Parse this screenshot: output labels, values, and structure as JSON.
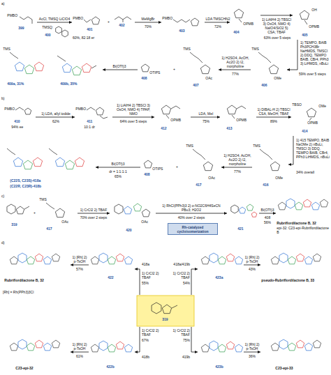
{
  "diagram": {
    "nodes": [
      {
        "text": [
          "399",
          "PMBO"
        ]
      },
      {
        "text": [
          "400",
          "TMSQ:"
        ]
      },
      {
        "text": [
          "401",
          "PMBO"
        ]
      },
      {
        "text": [
          "402"
        ]
      },
      {
        "text": [
          "403",
          "PMBO"
        ]
      },
      {
        "text": [
          "404",
          "OPMB"
        ]
      },
      {
        "text": [
          "405",
          "OH",
          "OPMB"
        ]
      },
      {
        "text": [
          "406",
          "TMS",
          "OMe"
        ]
      },
      {
        "text": [
          "407",
          "TMS",
          "OAc"
        ]
      },
      {
        "text": [
          "408",
          "OTIPS"
        ]
      },
      {
        "text": [
          "409a, 31%",
          "TMS"
        ]
      },
      {
        "text": [
          "409b, 35%"
        ]
      },
      {
        "text": [
          "410",
          "PMBO",
          "94% ee"
        ]
      },
      {
        "text": [
          "411",
          "PMBO",
          "10:1 dr"
        ]
      },
      {
        "text": [
          "412",
          "OPMB"
        ]
      },
      {
        "text": [
          "413",
          "OPMB"
        ]
      },
      {
        "text": [
          "414",
          "TBSO",
          "OMe",
          "OPMB"
        ]
      },
      {
        "text": [
          "416",
          "TMS",
          "OMe"
        ]
      },
      {
        "text": [
          "417",
          "TMS",
          "OAc"
        ]
      },
      {
        "text": [
          "408",
          "OTIPS"
        ]
      },
      {
        "text": [
          "(C22S, C23S)-418a",
          "(C22R, C23R)-418b"
        ]
      },
      {
        "text": [
          "319"
        ]
      },
      {
        "text": [
          "417",
          "TMS",
          "OAc"
        ]
      },
      {
        "text": [
          "420",
          "OAc"
        ]
      },
      {
        "text": [
          "Rh-catalyzed cycloisomerization"
        ]
      },
      {
        "text": [
          "421"
        ]
      },
      {
        "text": [
          "Rubriflordilactone B, 32",
          "epi-32: C23-epi-Rubriflordilactone B"
        ]
      },
      {
        "text": [
          "Rubriflordilactone B, 32"
        ]
      },
      {
        "text": [
          "422"
        ]
      },
      {
        "text": [
          "319"
        ]
      },
      {
        "text": [
          "423a"
        ]
      },
      {
        "text": [
          "pseudo-Rubriflordilactone B, 33"
        ]
      },
      {
        "text": [
          "C23-epi-32"
        ]
      },
      {
        "text": [
          "422b"
        ]
      },
      {
        "text": [
          "423b"
        ]
      },
      {
        "text": [
          "C23-epi-33"
        ]
      }
    ],
    "edges": [
      {
        "from": 0,
        "to": 2,
        "arrow": "to",
        "label": "AcCl, TMSQ LiClO4"
      },
      {
        "from": 3,
        "to": 4,
        "arrow": "to",
        "label": "MeMgBr"
      },
      {
        "from": 4,
        "to": 5,
        "arrow": "to",
        "label": "LDA TMSCHN2"
      },
      {
        "from": 5,
        "to": 6,
        "arrow": "to",
        "label": "1) LiAlH4 2) TBSCl 3) OsO4, NMO 4) NaIO4/SiO2 5) CSA; TBAF"
      },
      {
        "from": 6,
        "to": 7,
        "arrow": "to",
        "label": "1) TEMPO, BAIB Ph3PCH3Br NaHMDS, TMSCl 2) DDQ, TEMPO BAIB, CBr4, PPh3 3) LiHMDS, nBuLi"
      },
      {
        "from": 7,
        "to": 8,
        "arrow": "to",
        "label": "1) H2SO4, AcOH, Ac2O 2) I2, morpholine"
      },
      {
        "from": 9,
        "to": 11,
        "arrow": "to",
        "label": "Bi(OTf)3"
      },
      {
        "from": 12,
        "to": 13,
        "arrow": "to",
        "label": "1) LDA, allyl iodide"
      },
      {
        "from": 13,
        "to": 14,
        "arrow": "to",
        "label": "1) LiAlH4 2) TBSCl 3) OsO4, NMO 4) TPAP, NMO"
      },
      {
        "from": 14,
        "to": 15,
        "arrow": "to",
        "label": "LDA, MeI"
      },
      {
        "from": 15,
        "to": 16,
        "arrow": "to",
        "label": "1) DIBAL-H 2) TBSCl CSA, MeOH; TBAF"
      },
      {
        "from": 16,
        "to": 17,
        "arrow": "to",
        "label": "1) 415 TEMPO, BAIB NaOMe 2) nBuLi, TMSCl 3) DDQ, TEMPO BAIB, CBr4, PPh3 LiHMDS, nBuLi"
      },
      {
        "from": 17,
        "to": 18,
        "arrow": "to",
        "label": "1) H2SO4, AcOH, Ac2O 2) I2, morpholine"
      },
      {
        "from": 19,
        "to": 20,
        "arrow": "to",
        "label": "Bi(OTf)3"
      },
      {
        "from": 22,
        "to": 23,
        "arrow": "to",
        "label": "1) CrCl2 2) TBAF"
      },
      {
        "from": 23,
        "to": 25,
        "arrow": "to",
        "label": "1) RhCl(PPh3)3 2) o-NO2C6H4SeCN PBu3; H2O2"
      },
      {
        "from": 25,
        "to": 26,
        "arrow": "to",
        "label": "Bi(OTf)3"
      },
      {
        "from": 29,
        "to": 28,
        "arrow": "to",
        "label": "1) CrCl2 2) TBAF"
      },
      {
        "from": 28,
        "to": 27,
        "arrow": "to",
        "label": "1) [Rh] 2) p-TsOH"
      },
      {
        "from": 29,
        "to": 30,
        "arrow": "to",
        "label": "1) CrCl2 2) TBAF"
      },
      {
        "from": 30,
        "to": 31,
        "arrow": "to",
        "label": "1) [Rh] 2) p-TsOH"
      },
      {
        "from": 29,
        "to": 33,
        "arrow": "to",
        "label": "1) CrCl2 2) TBAF"
      },
      {
        "from": 33,
        "to": 32,
        "arrow": "to",
        "label": "1) [Rh] 2) p-TsOH"
      },
      {
        "from": 29,
        "to": 34,
        "arrow": "to",
        "label": "1) CrCl2 2) TBAF"
      },
      {
        "from": 34,
        "to": 35,
        "arrow": "to",
        "label": "1) [Rh] 2) p-TsOH"
      }
    ],
    "labels": [
      "a)",
      "60%, 82:18 er",
      "+",
      "70%",
      "72%",
      "63% over 5 steps",
      "59% over 5 steps",
      "77%",
      "+",
      "b)",
      "62%",
      "64% over 5 steps",
      "75%",
      "89%",
      "34% overall",
      "77%",
      "+",
      "dr = 1:1:1:1",
      "65%",
      "c)",
      "+",
      "70% over 2 steps",
      "40% over 2 steps",
      "408",
      "56%",
      "d)",
      "57%",
      "[Rh] = Rh(PPh3)3Cl",
      "418a",
      "418a/419b",
      "55%",
      "54%",
      "43%",
      "418b",
      "419b",
      "67%",
      "75%",
      "61%",
      "36%"
    ]
  }
}
